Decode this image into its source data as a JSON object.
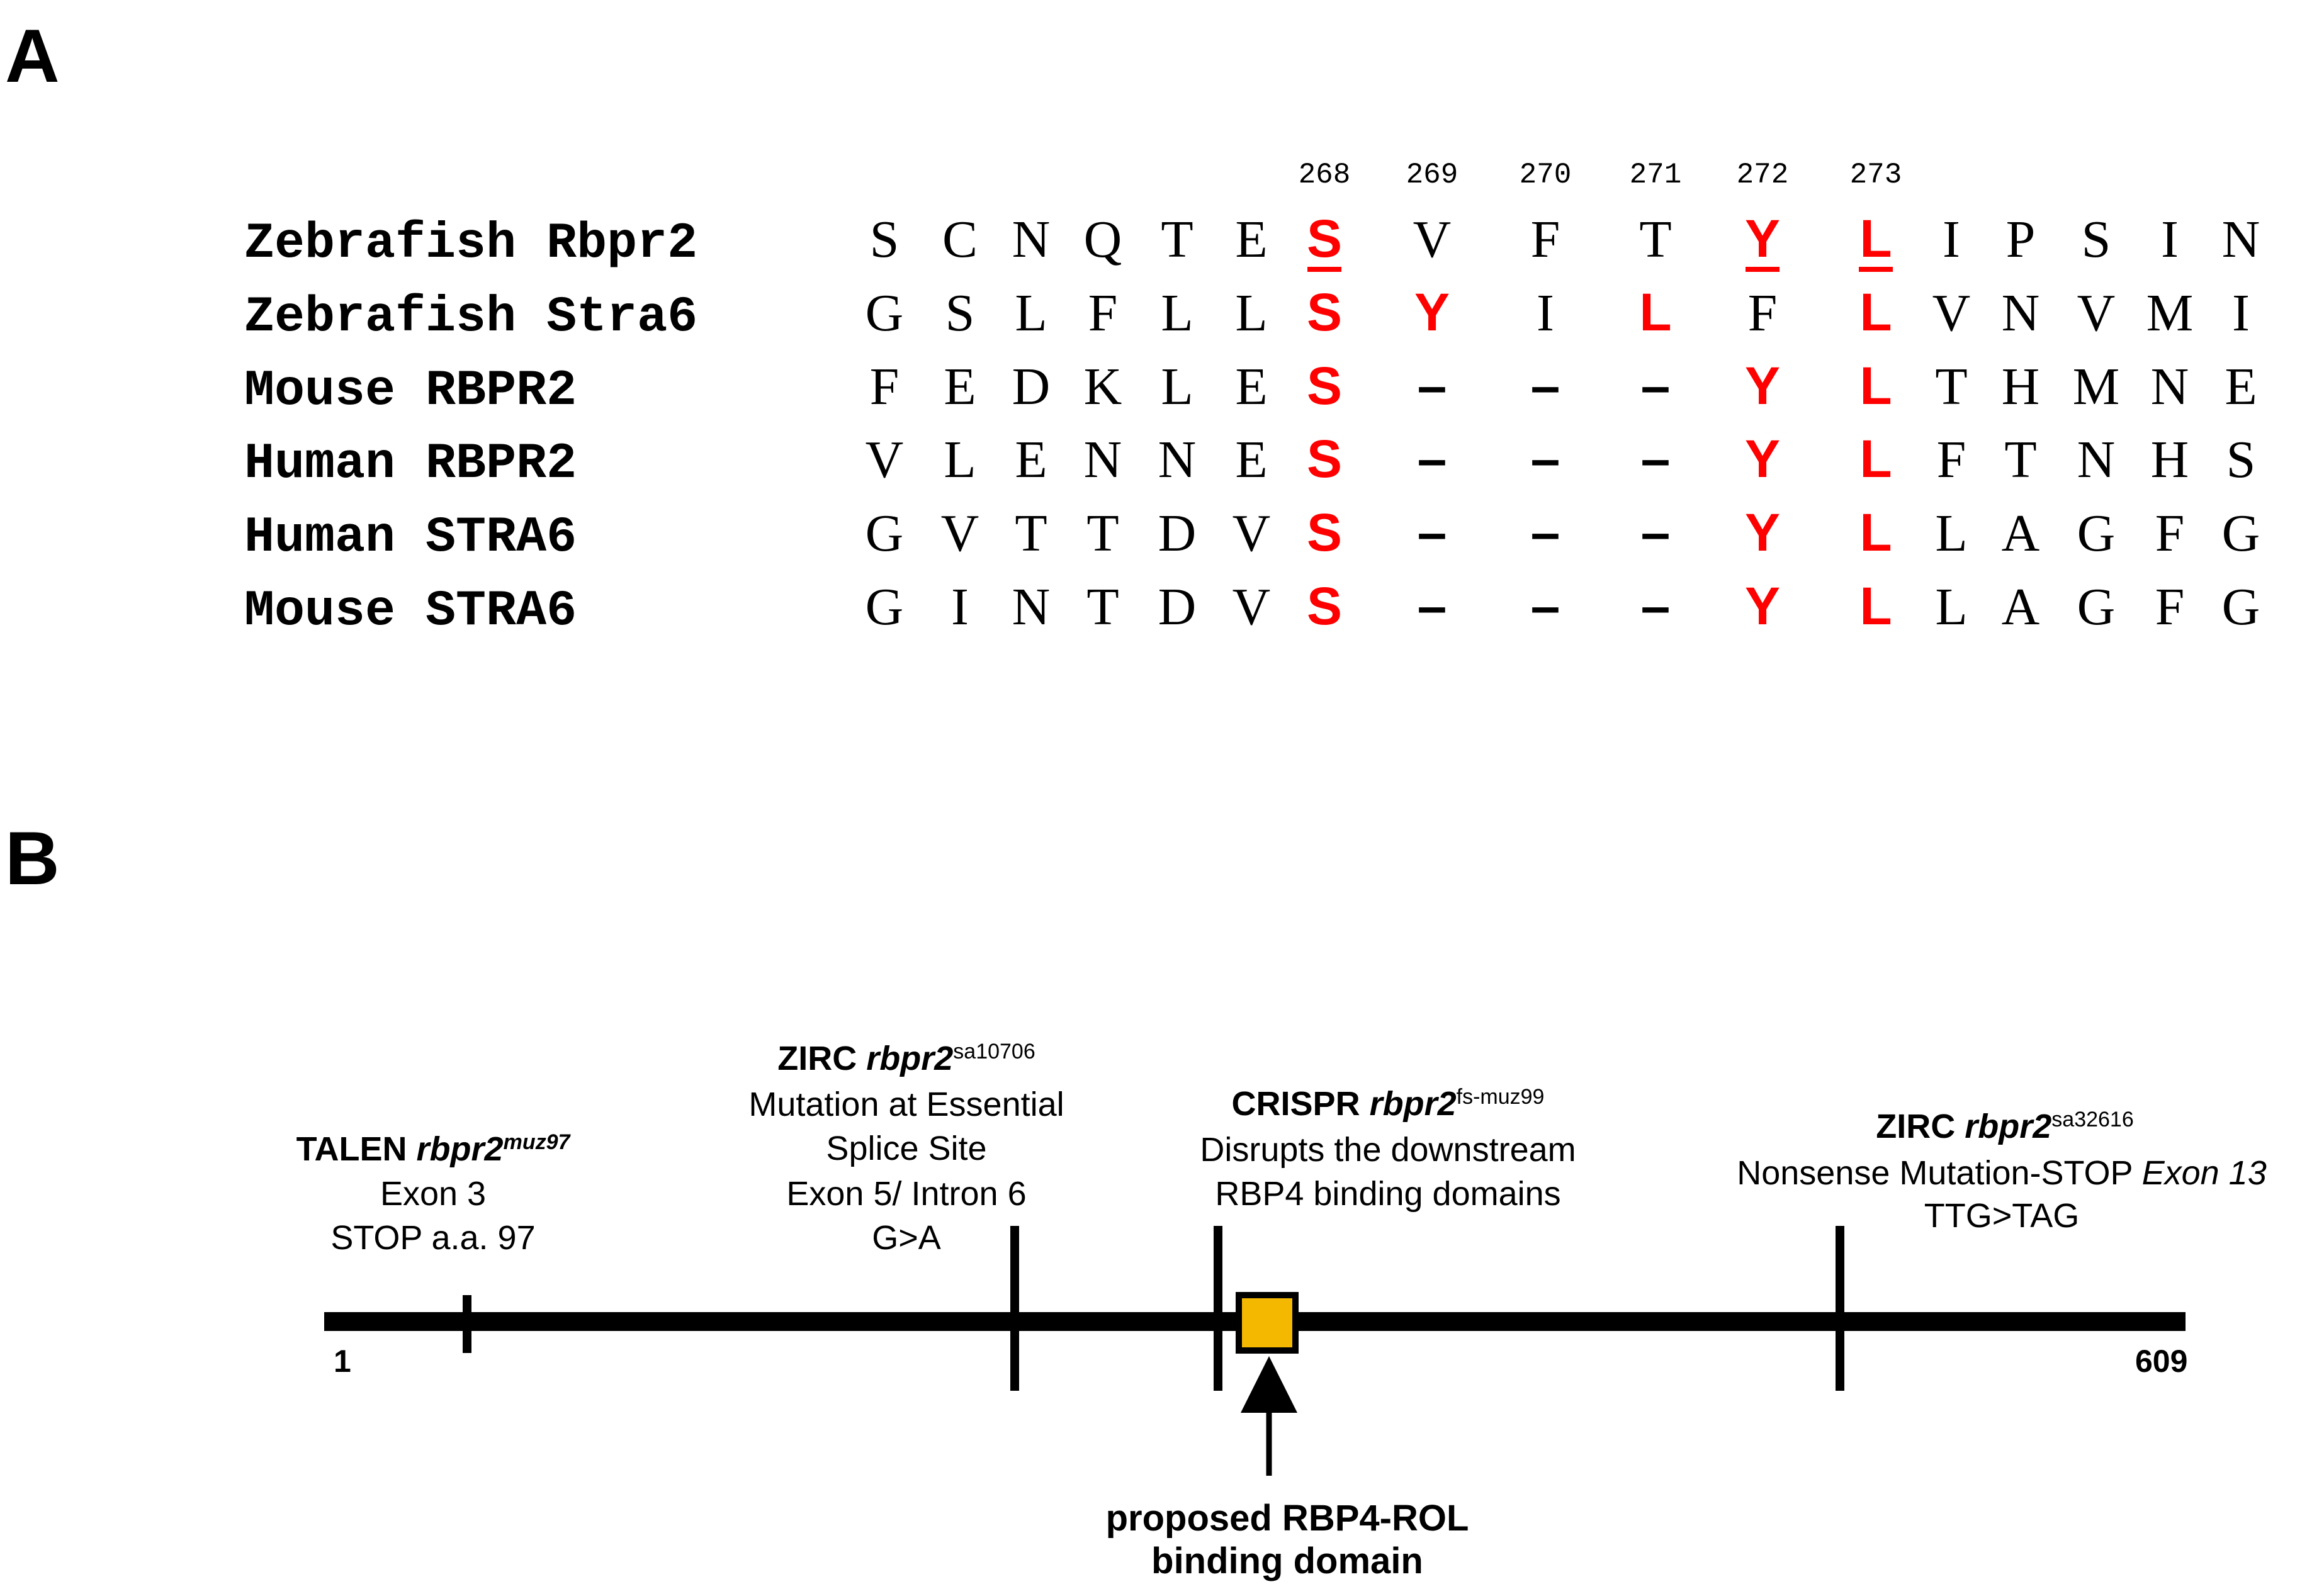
{
  "panel_a": {
    "label": "A",
    "positions": [
      "268",
      "269",
      "270",
      "271",
      "272",
      "273"
    ],
    "rows": [
      {
        "species": "Zebrafish Rbpr2",
        "residues": [
          "S",
          "C",
          "N",
          "Q",
          "T",
          "E",
          "S",
          "V",
          "F",
          "T",
          "Y",
          "L",
          "I",
          "P",
          "S",
          "I",
          "N"
        ],
        "highlight": [
          6,
          10,
          11
        ],
        "underline": [
          6,
          10,
          11
        ]
      },
      {
        "species": "Zebrafish Stra6",
        "residues": [
          "G",
          "S",
          "L",
          "F",
          "L",
          "L",
          "S",
          "Y",
          "I",
          "L",
          "F",
          "L",
          "V",
          "N",
          "V",
          "M",
          "I"
        ],
        "highlight": [
          6,
          7,
          9,
          11
        ],
        "underline": []
      },
      {
        "species": "Mouse RBPR2",
        "residues": [
          "F",
          "E",
          "D",
          "K",
          "L",
          "E",
          "S",
          "-",
          "-",
          "-",
          "Y",
          "L",
          "T",
          "H",
          "M",
          "N",
          "E"
        ],
        "highlight": [
          6,
          10,
          11
        ],
        "underline": []
      },
      {
        "species": "Human RBPR2",
        "residues": [
          "V",
          "L",
          "E",
          "N",
          "N",
          "E",
          "S",
          "-",
          "-",
          "-",
          "Y",
          "L",
          "F",
          "T",
          "N",
          "H",
          "S"
        ],
        "highlight": [
          6,
          10,
          11
        ],
        "underline": []
      },
      {
        "species": "Human STRA6",
        "residues": [
          "G",
          "V",
          "T",
          "T",
          "D",
          "V",
          "S",
          "-",
          "-",
          "-",
          "Y",
          "L",
          "L",
          "A",
          "G",
          "F",
          "G"
        ],
        "highlight": [
          6,
          10,
          11
        ],
        "underline": []
      },
      {
        "species": "Mouse STRA6",
        "residues": [
          "G",
          "I",
          "N",
          "T",
          "D",
          "V",
          "S",
          "-",
          "-",
          "-",
          "Y",
          "L",
          "L",
          "A",
          "G",
          "F",
          "G"
        ],
        "highlight": [
          6,
          10,
          11
        ],
        "underline": []
      }
    ],
    "highlight_color": "#ff0000"
  },
  "panel_b": {
    "label": "B",
    "start_label": "1",
    "end_label": "609",
    "domain_color": "#f5b800",
    "talen": {
      "title": "TALEN ",
      "allele": "rbpr2",
      "allele_sup": "muz97",
      "line2": "Exon 3",
      "line3": "STOP a.a. 97"
    },
    "zirc1": {
      "title": "ZIRC ",
      "allele": "rbpr2",
      "allele_sup": "sa10706",
      "line2": "Mutation at Essential",
      "line3": "Splice Site",
      "line4": "Exon 5/ Intron 6",
      "line5": "G>A"
    },
    "crispr": {
      "title": "CRISPR ",
      "allele": "rbpr2",
      "allele_sup": "fs-muz99",
      "line2": "Disrupts the downstream",
      "line3": "RBP4 binding domains"
    },
    "zirc2": {
      "title": "ZIRC ",
      "allele": "rbpr2",
      "allele_sup": "sa32616",
      "line2a": "Nonsense Mutation-STOP ",
      "line2b": "Exon 13",
      "line3": "TTG>TAG"
    },
    "domain_label_1": "proposed RBP4-ROL",
    "domain_label_2": "binding domain"
  }
}
